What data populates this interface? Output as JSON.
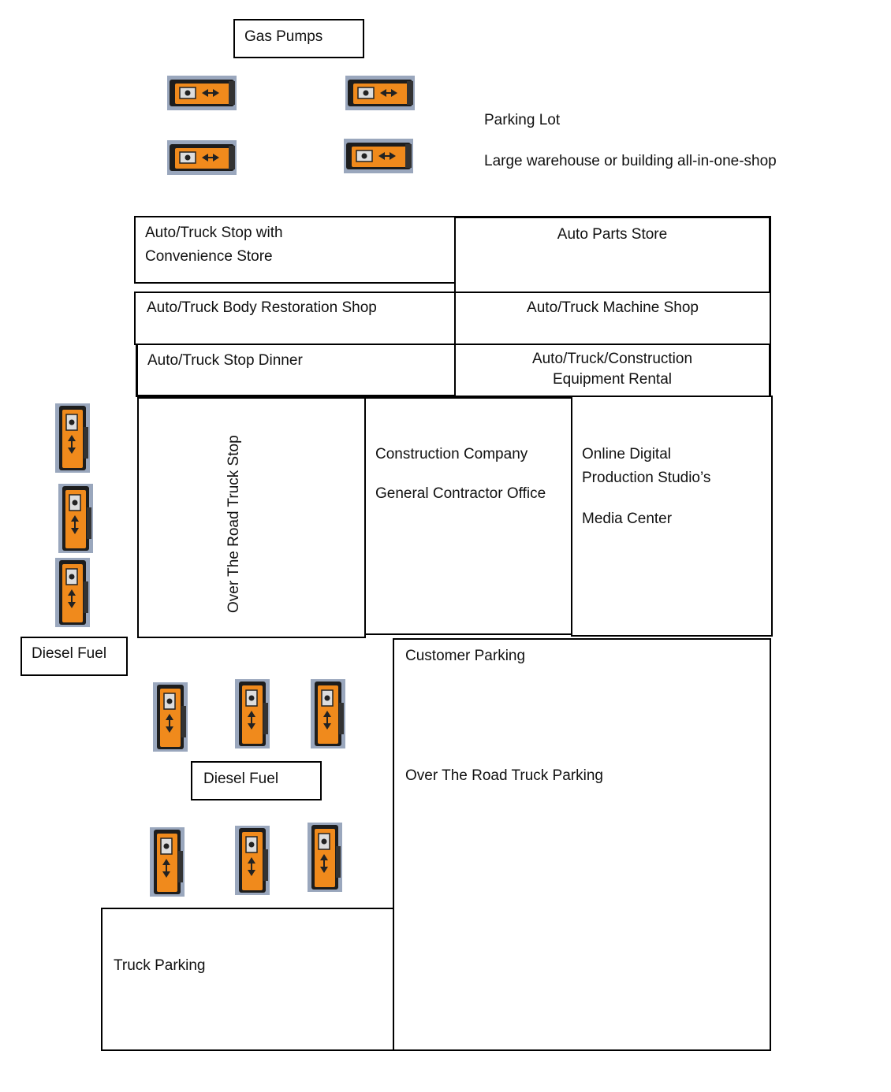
{
  "legend": {
    "gas_pumps": "Gas Pumps",
    "parking_lot": "Parking Lot",
    "warehouse": "Large warehouse or building all-in-one-shop"
  },
  "building": {
    "convenience_line1": "Auto/Truck Stop with",
    "convenience_line2": "Convenience Store",
    "auto_parts": "Auto Parts Store",
    "body_shop": "Auto/Truck Body Restoration Shop",
    "machine_shop": "Auto/Truck Machine Shop",
    "dinner": "Auto/Truck Stop Dinner",
    "rental_line1": "Auto/Truck/Construction",
    "rental_line2": "Equipment Rental",
    "truck_stop": "Over The Road Truck Stop",
    "construction_line1": "Construction Company",
    "construction_line2": "General Contractor Office",
    "studio_line1": "Online Digital",
    "studio_line2": "Production Studio’s",
    "studio_line3": "Media Center"
  },
  "lot": {
    "diesel_left": "Diesel Fuel",
    "diesel_center": "Diesel Fuel",
    "customer_parking": "Customer Parking",
    "truck_parking_otr": "Over The Road Truck Parking",
    "truck_parking": "Truck Parking"
  },
  "icons": {
    "gas_pump": "gas-pump-icon",
    "diesel_pump": "diesel-pump-icon",
    "pump_color": "#f08a1c",
    "pump_dark": "#1f1f1f"
  }
}
